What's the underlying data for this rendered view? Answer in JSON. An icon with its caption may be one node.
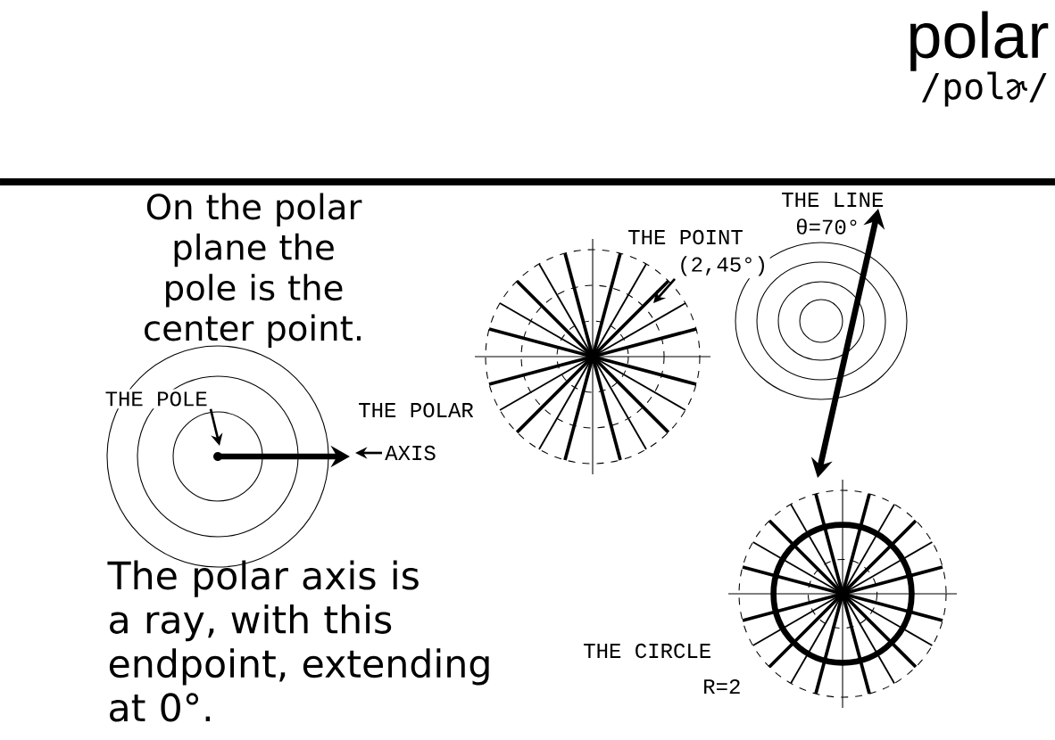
{
  "diagram": {
    "title": "polar",
    "nodes": [
      {
        "text": [
          "THE POLE"
        ]
      },
      {
        "text": [
          "AXIS"
        ]
      },
      {
        "text": [
          "(2,45°)"
        ]
      }
    ],
    "edges": [
      {
        "from": 0,
        "to": null,
        "arrow": "to"
      },
      {
        "from": 1,
        "to": null,
        "arrow": "to"
      },
      {
        "from": 2,
        "to": null,
        "arrow": "to"
      }
    ],
    "labels": [
      "/polɚ/",
      "On the polar plane the pole is the center point.",
      "THE POLAR",
      "THE POINT",
      "THE LINE",
      "θ=70°",
      "The polar axis is a ray, with this endpoint, extending at 0°.",
      "THE CIRCLE",
      "R=2"
    ]
  }
}
